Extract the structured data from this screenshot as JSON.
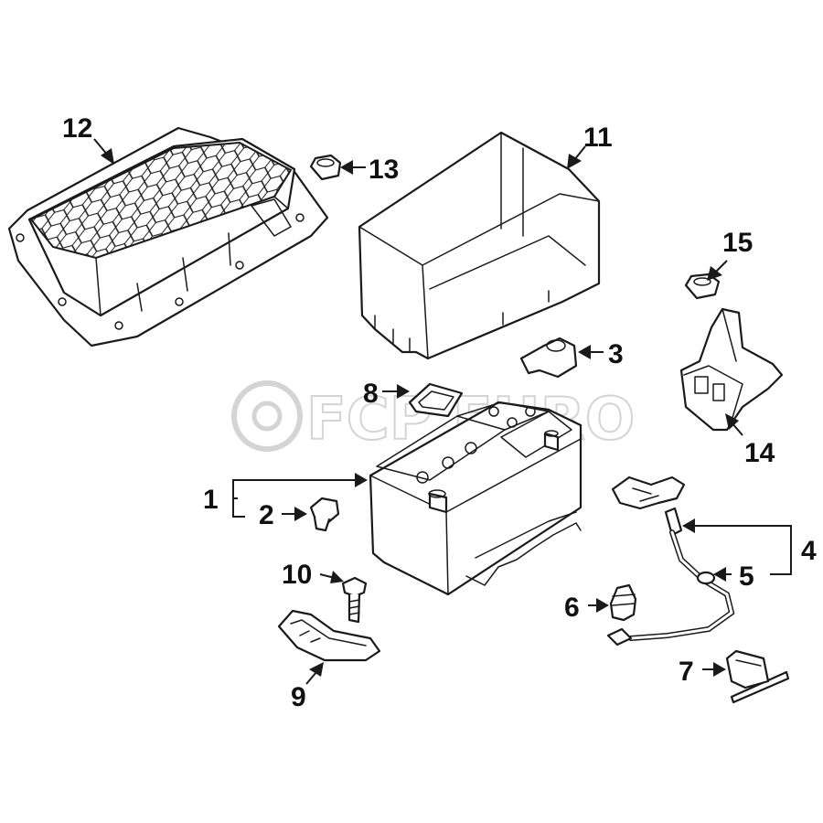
{
  "diagram": {
    "watermark": "FCP EURO",
    "callouts": [
      "1",
      "2",
      "3",
      "4",
      "5",
      "6",
      "7",
      "8",
      "9",
      "10",
      "11",
      "12",
      "13",
      "14",
      "15"
    ],
    "colors": {
      "line": "#1a1a1a",
      "background": "#ffffff",
      "watermark": "#d4d4d4"
    }
  }
}
